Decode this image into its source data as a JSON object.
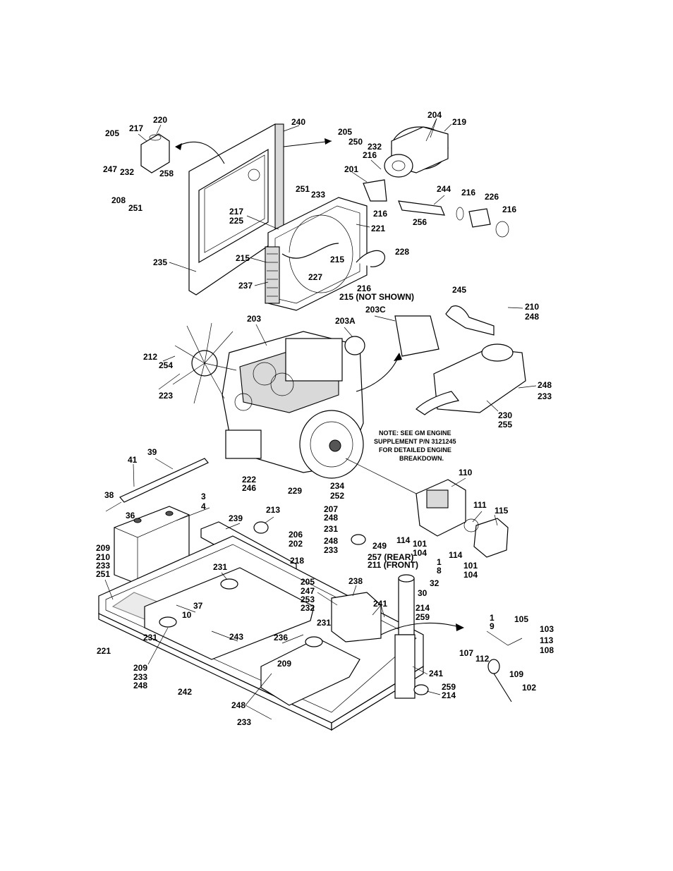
{
  "callouts": [
    "220",
    "217",
    "205",
    "247",
    "232",
    "258",
    "208",
    "251",
    "240",
    "205",
    "250",
    "232",
    "204",
    "219",
    "216",
    "201",
    "216",
    "244",
    "216",
    "226",
    "216",
    "256",
    "251",
    "233",
    "217",
    "225",
    "221",
    "215",
    "215",
    "228",
    "227",
    "216",
    "215 (NOT SHOWN)",
    "235",
    "237",
    "245",
    "210",
    "248",
    "203",
    "203A",
    "203C",
    "212",
    "254",
    "223",
    "248",
    "233",
    "230",
    "255",
    "39",
    "41",
    "222",
    "246",
    "229",
    "234",
    "252",
    "110",
    "207",
    "248",
    "111",
    "115",
    "231",
    "114",
    "101",
    "104",
    "248",
    "233",
    "249",
    "257 (REAR)",
    "211 (FRONT)",
    "114",
    "101",
    "104",
    "38",
    "36",
    "3",
    "4",
    "213",
    "239",
    "206",
    "202",
    "218",
    "209",
    "210",
    "233",
    "251",
    "231",
    "205",
    "247",
    "253",
    "232",
    "238",
    "1",
    "8",
    "32",
    "30",
    "241",
    "214",
    "259",
    "37",
    "10",
    "231",
    "1",
    "9",
    "105",
    "103",
    "113",
    "108",
    "221",
    "231",
    "243",
    "236",
    "209",
    "107",
    "112",
    "109",
    "209",
    "233",
    "248",
    "242",
    "241",
    "259",
    "214",
    "102",
    "248",
    "233"
  ],
  "note": [
    "NOTE:  SEE GM ENGINE",
    "SUPPLEMENT P/N 3121245",
    "FOR DETAILED ENGINE",
    "BREAKDOWN."
  ]
}
